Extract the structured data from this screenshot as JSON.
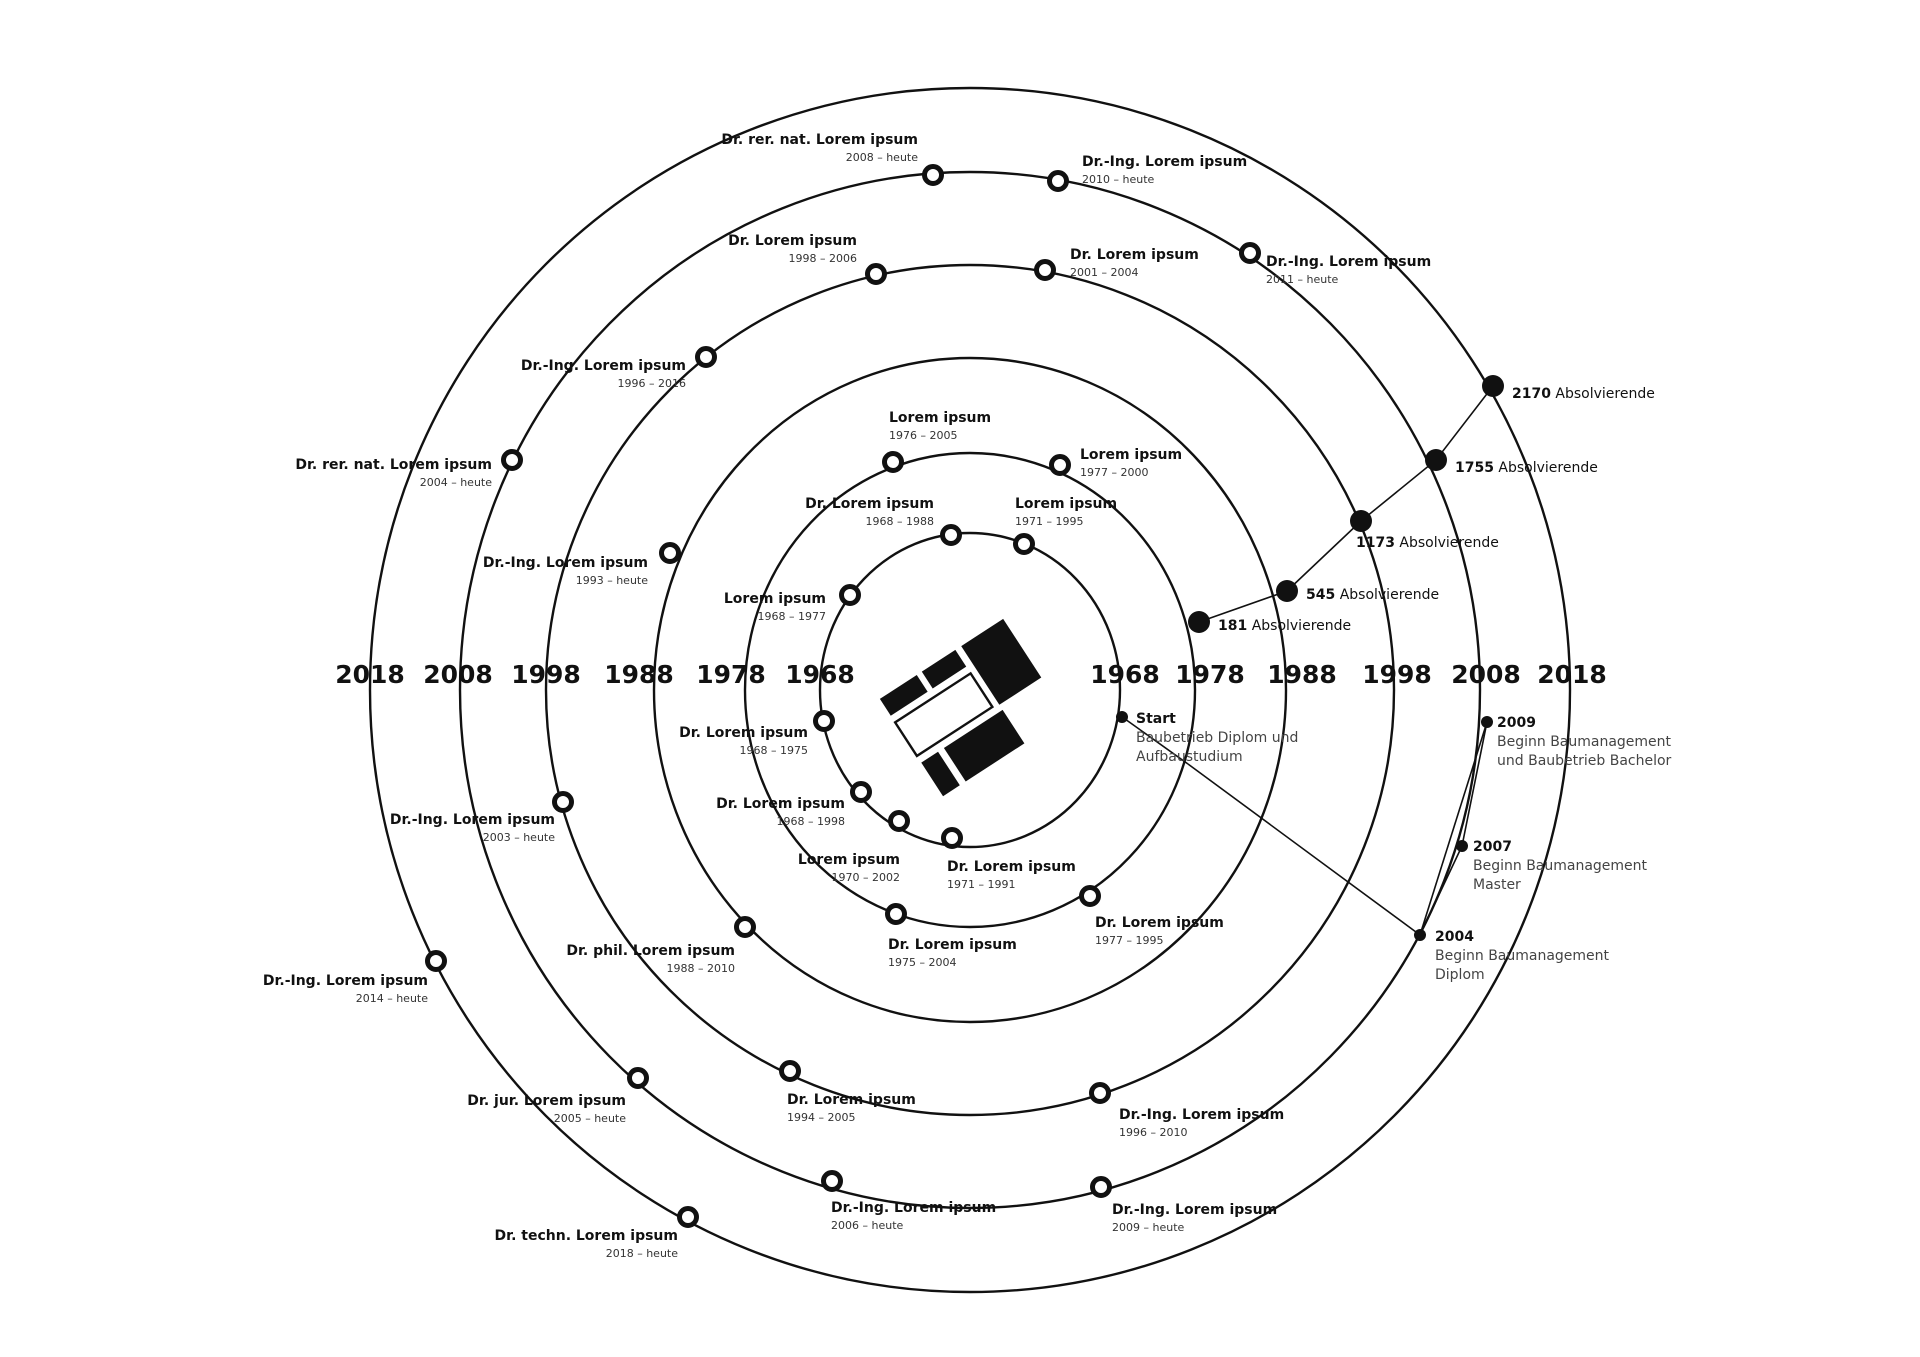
{
  "year_labels": {
    "left": [
      "1968",
      "1978",
      "1988",
      "1998",
      "2008",
      "2018"
    ],
    "right": [
      "1968",
      "1978",
      "1988",
      "1998",
      "2008",
      "2018"
    ]
  },
  "people": [
    {
      "name": "Lorem ipsum",
      "years": "1976 – 2005"
    },
    {
      "name": "Lorem ipsum",
      "years": "1977 – 2000"
    },
    {
      "name": "Dr. Lorem ipsum",
      "years": "1968 – 1988"
    },
    {
      "name": "Lorem ipsum",
      "years": "1971 – 1995"
    },
    {
      "name": "Lorem ipsum",
      "years": "1968 – 1977"
    },
    {
      "name": "Dr. Lorem ipsum",
      "years": "1968 – 1975"
    },
    {
      "name": "Dr. Lorem ipsum",
      "years": "1968 – 1998"
    },
    {
      "name": "Lorem ipsum",
      "years": "1970 – 2002"
    },
    {
      "name": "Dr. Lorem ipsum",
      "years": "1971 – 1991"
    },
    {
      "name": "Dr. Lorem ipsum",
      "years": "1975 – 2004"
    },
    {
      "name": "Dr. Lorem ipsum",
      "years": "1977 – 1995"
    },
    {
      "name": "Dr.-Ing. Lorem ipsum",
      "years": "1993 – heute"
    },
    {
      "name": "Dr. phil. Lorem ipsum",
      "years": "1988 – 2010"
    },
    {
      "name": "Dr. Lorem ipsum",
      "years": "1994 – 2005"
    },
    {
      "name": "Dr.-Ing. Lorem ipsum",
      "years": "1996 – 2010"
    },
    {
      "name": "Dr. Lorem ipsum",
      "years": "1998 – 2006"
    },
    {
      "name": "Dr.  Lorem ipsum",
      "years": "2001 – 2004"
    },
    {
      "name": "Dr.-Ing. Lorem ipsum",
      "years": "1996 – 2016"
    },
    {
      "name": "Dr.-Ing. Lorem ipsum",
      "years": "2003 – heute"
    },
    {
      "name": "Dr. jur. Lorem ipsum",
      "years": "2005 – heute"
    },
    {
      "name": "Dr.-Ing. Lorem ipsum",
      "years": "2006 – heute"
    },
    {
      "name": "Dr.-Ing. Lorem ipsum",
      "years": "2009 – heute"
    },
    {
      "name": "Dr. rer. nat. Lorem ipsum",
      "years": "2008 – heute"
    },
    {
      "name": "Dr.-Ing.  Lorem ipsum",
      "years": "2010 – heute"
    },
    {
      "name": "Dr.-Ing.  Lorem ipsum",
      "years": "2011 – heute"
    },
    {
      "name": "Dr. rer. nat. Lorem ipsum",
      "years": "2004 – heute"
    },
    {
      "name": "Dr.-Ing. Lorem ipsum",
      "years": "2014 – heute"
    },
    {
      "name": "Dr. techn. Lorem ipsum",
      "years": "2018 – heute"
    }
  ],
  "graduates": [
    {
      "count": "181",
      "label": "Absolvierende"
    },
    {
      "count": "545",
      "label": "Absolvierende"
    },
    {
      "count": "1173",
      "label": "Absolvierende"
    },
    {
      "count": "1755",
      "label": "Absolvierende"
    },
    {
      "count": "2170",
      "label": "Absolvierende"
    }
  ],
  "milestones": [
    {
      "title": "Start",
      "lines": [
        "Baubetrieb Diplom und",
        "Aufbaustudium"
      ]
    },
    {
      "title": "2009",
      "lines": [
        "Beginn Baumanagement",
        "und Baubetrieb Bachelor"
      ]
    },
    {
      "title": "2007",
      "lines": [
        "Beginn Baumanagement",
        "Master"
      ]
    },
    {
      "title": "2004",
      "lines": [
        "Beginn Baumanagement",
        "Diplom"
      ]
    }
  ],
  "colors": {
    "ink": "#111111",
    "background": "#ffffff"
  },
  "logo_icon": "institute-logo-icon"
}
